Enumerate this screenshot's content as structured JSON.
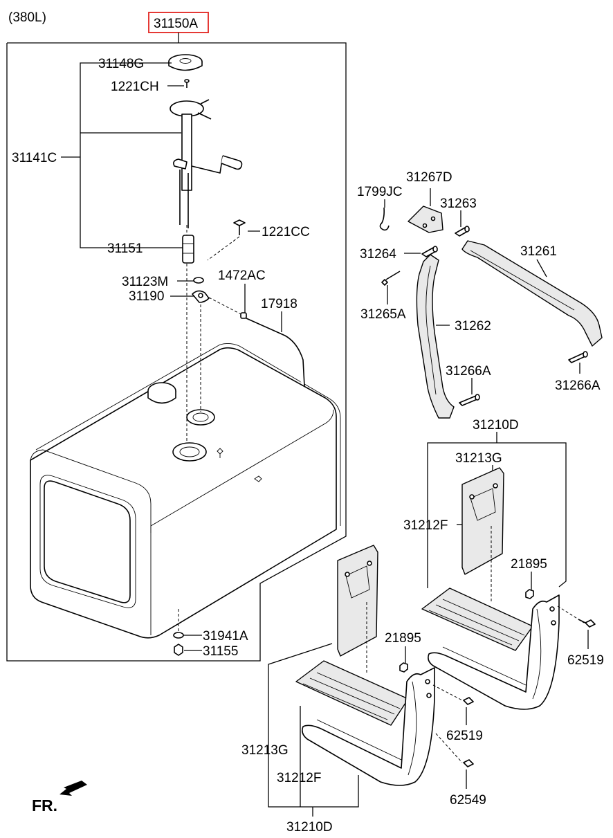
{
  "header": {
    "variant": "(380L)",
    "assembly_number": "31150A"
  },
  "callouts": {
    "p31148G": "31148G",
    "p1221CH": "1221CH",
    "p31141C": "31141C",
    "p1221CC": "1221CC",
    "p31151": "31151",
    "p1472AC": "1472AC",
    "p31123M": "31123M",
    "p31190": "31190",
    "p17918": "17918",
    "p31941A": "31941A",
    "p31155": "31155",
    "p1799JC": "1799JC",
    "p31267D": "31267D",
    "p31263": "31263",
    "p31264": "31264",
    "p31261": "31261",
    "p31265A": "31265A",
    "p31262": "31262",
    "p31266A_a": "31266A",
    "p31266A_b": "31266A",
    "p31210D_top": "31210D",
    "p31213G_top": "31213G",
    "p31212F_top": "31212F",
    "p21895_a": "21895",
    "p21895_b": "21895",
    "p62519_a": "62519",
    "p62519_b": "62519",
    "p62549": "62549",
    "p31213G_bot": "31213G",
    "p31212F_bot": "31212F",
    "p31210D_bot": "31210D"
  },
  "direction_marker": {
    "label": "FR."
  },
  "colors": {
    "highlight_box": "#e53935",
    "line": "#000000",
    "background": "#ffffff"
  }
}
